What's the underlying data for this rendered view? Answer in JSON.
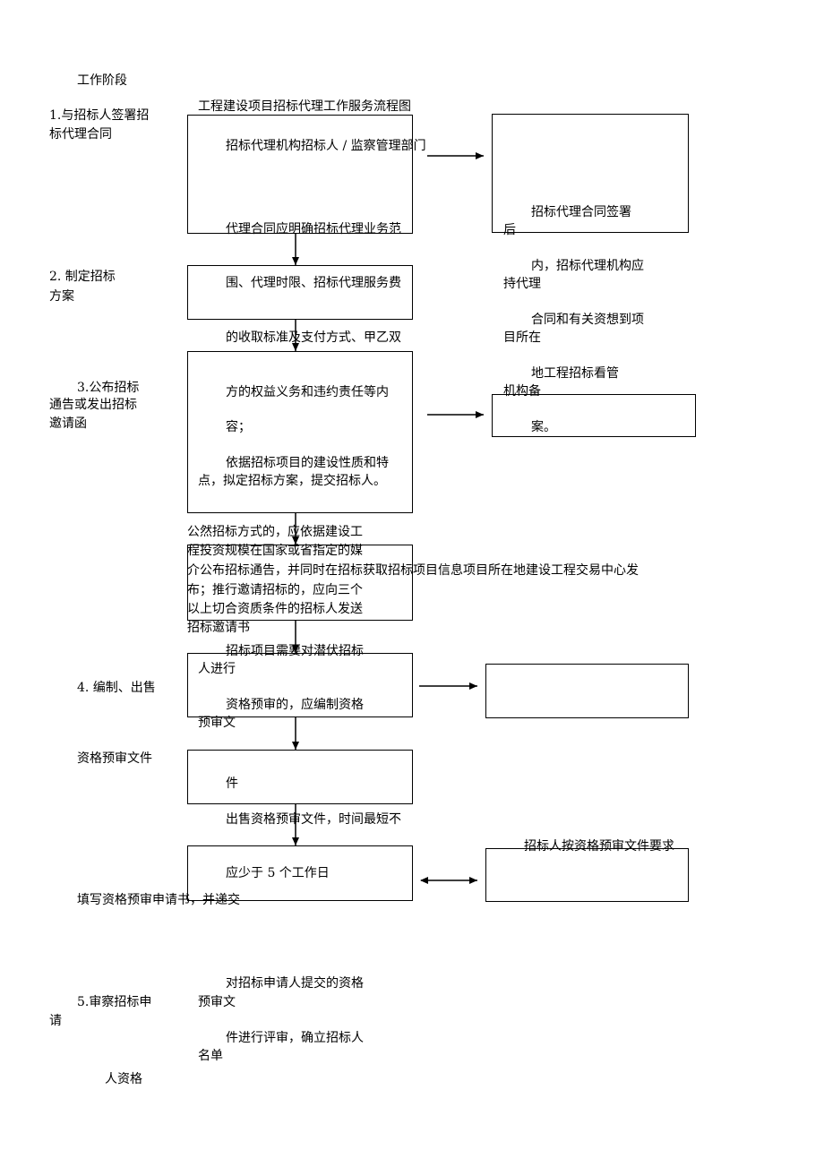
{
  "title": "工程建设项目招标代理工作服务流程图",
  "stage_header": "工作阶段",
  "stages": {
    "s1_line1": "1.与招标人签署招",
    "s1_line2": "标代理合同",
    "s2_line1": "2. 制定招标",
    "s2_line2": "方案",
    "s3_line1": "3.公布招标",
    "s3_line2": "通告或发出招标",
    "s3_line3": "邀请函",
    "s4_line1": "4. 编制、出售",
    "s4_line2": "资格预审文件",
    "s4_line3": "填写资格预审申请书，并递交",
    "s5_line1": "5.审察招标申",
    "s5_line2": "请",
    "s5_line3": "人资格"
  },
  "center": {
    "c1": "招标代理机构招标人 / 监察管理部门",
    "c2": "代理合同应明确招标代理业务范",
    "c3": "围、代理时限、招标代理服务费",
    "c4": "的收取标准及支付方式、甲乙双",
    "c5": "方的权益义务和违约责任等内",
    "c6": "容；",
    "c7": "依据招标项目的建设性质和特",
    "c8": "点，拟定招标方案，提交招标人。",
    "c9": "公然招标方式的，应依据建设工",
    "c10": "程投资规模在国家或省指定的媒",
    "c11": "介公布招标通告，并同时在招标获取招标项目信息项目所在地建设工程交易中心发",
    "c12": "布；推行邀请招标的，应向三个",
    "c13": "以上切合资质条件的招标人发送",
    "c14": "招标邀请书",
    "c15": "招标项目需要对潜伏招标",
    "c16": "人进行",
    "c17": "资格预审的，应编制资格",
    "c18": "预审文",
    "c19": "件",
    "c20": "出售资格预审文件，时间最短不",
    "c21": "应少于 5 个工作日",
    "c22": "对招标申请人提交的资格",
    "c23": "预审文",
    "c24": "件进行评审，确立招标人",
    "c25": "名单"
  },
  "right": {
    "r1": "招标代理合同签署",
    "r2": "后",
    "r3": "内，招标代理机构应",
    "r4": "持代理",
    "r5": "合同和有关资想到项",
    "r6": "目所在",
    "r7": "地工程招标看管",
    "r8": "机构备",
    "r9": "案。",
    "r10": "招标人按资格预审文件要求"
  }
}
